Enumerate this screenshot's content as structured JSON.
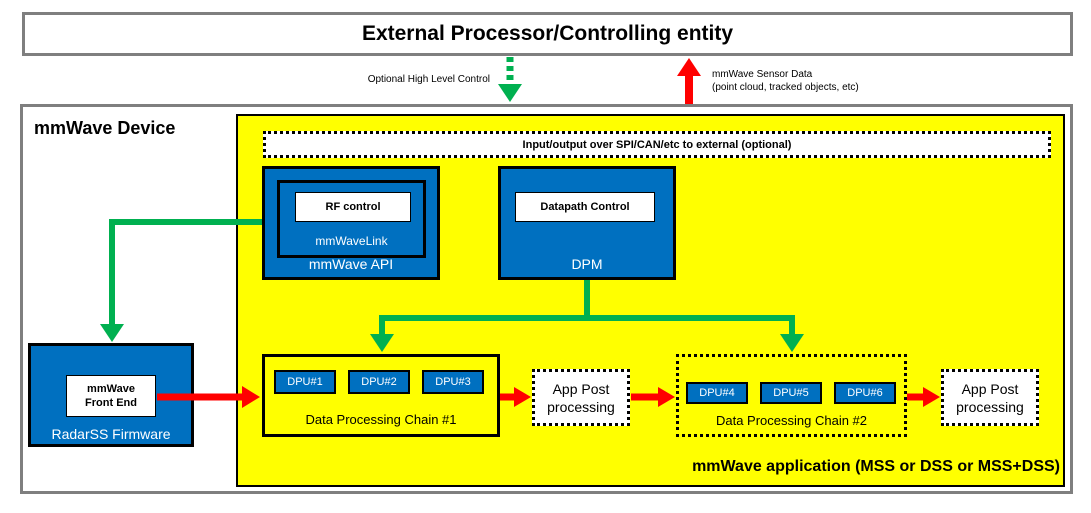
{
  "external": {
    "title": "External Processor/Controlling entity"
  },
  "control_label": "Optional High Level Control",
  "sensor_data": {
    "line1": "mmWave Sensor Data",
    "line2": "(point cloud, tracked objects, etc)"
  },
  "device": {
    "title": "mmWave Device"
  },
  "io_label": "Input/output over SPI/CAN/etc to external (optional)",
  "api": {
    "rf_label": "RF control",
    "link_label": "mmWaveLink",
    "label": "mmWave API"
  },
  "dpm": {
    "control_label": "Datapath Control",
    "label": "DPM"
  },
  "radar": {
    "fe_line1": "mmWave",
    "fe_line2": "Front End",
    "label": "RadarSS Firmware"
  },
  "chain1": {
    "dpus": [
      "DPU#1",
      "DPU#2",
      "DPU#3"
    ],
    "label": "Data Processing Chain #1"
  },
  "chain2": {
    "dpus": [
      "DPU#4",
      "DPU#5",
      "DPU#6"
    ],
    "label": "Data Processing Chain #2"
  },
  "post1": {
    "line1": "App Post",
    "line2": "processing"
  },
  "post2": {
    "line1": "App Post",
    "line2": "processing"
  },
  "app_label": "mmWave application (MSS or DSS or MSS+DSS)",
  "colors": {
    "app_bg": "#ffff00",
    "block_blue": "#0070c0",
    "control_arrow": "#00b050",
    "data_arrow": "#ff0000",
    "frame_gray": "#7f7f7f"
  }
}
